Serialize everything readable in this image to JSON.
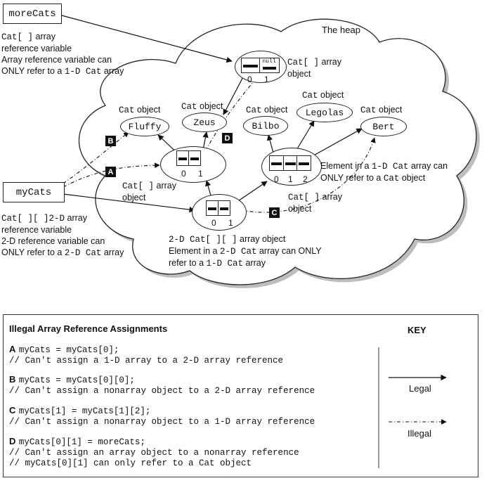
{
  "diagram": {
    "heap_label": "The heap",
    "variables": {
      "moreCats": "moreCats",
      "myCats": "myCats"
    },
    "morecats_desc": {
      "line1_code": "Cat[ ]",
      "line1_text": " array",
      "line2": "reference variable",
      "line3": "Array reference variable can",
      "line4_a": "ONLY refer to a ",
      "line4_code": "1-D Cat",
      "line4_b": " array"
    },
    "mycats_desc": {
      "line1_code": "Cat[ ][ ]",
      "line1_code2": "2-D",
      "line1_text": " array",
      "line2": "reference variable",
      "line3": "2-D reference variable can",
      "line4_a": "ONLY refer to a ",
      "line4_code": "2-D Cat",
      "line4_b": " array"
    },
    "cat_objects": [
      "Fluffy",
      "Zeus",
      "Bilbo",
      "Legolas",
      "Bert"
    ],
    "cat_object_label_code": "Cat",
    "cat_object_label_text": " object",
    "top_array": {
      "null_text": "null",
      "indices": [
        "0",
        "1"
      ],
      "label_code": "Cat[ ]",
      "label_text": " array",
      "label_line2": "object"
    },
    "left_array": {
      "indices": [
        "0",
        "1"
      ],
      "label_code": "Cat[ ]",
      "label_text": " array",
      "label_line2": "object"
    },
    "right_array": {
      "indices": [
        "0",
        "1",
        "2"
      ],
      "label_code": "Cat[ ]",
      "label_text": " array",
      "label_line2": "object",
      "note_a": "Element in a ",
      "note_code": "1-D Cat",
      "note_b": " array can",
      "note_line2_a": "ONLY refer to a ",
      "note_line2_code": "Cat",
      "note_line2_b": " object"
    },
    "twod_array": {
      "indices": [
        "0",
        "1"
      ],
      "label_code": "2-D Cat[ ][ ]",
      "label_text": " array object",
      "note_a": "Element in a ",
      "note_code": "2-D Cat",
      "note_b": " array can ONLY",
      "note_line2_a": "refer to a ",
      "note_line2_code": "1-D Cat",
      "note_line2_b": " array"
    },
    "tags": [
      "A",
      "B",
      "C",
      "D"
    ]
  },
  "legend": {
    "title": "Illegal Array Reference Assignments",
    "key_title": "KEY",
    "legal": "Legal",
    "illegal": "Illegal",
    "items": [
      {
        "letter": "A",
        "code": "myCats = myCats[0];",
        "comments": [
          "// Can't assign a 1-D array to a 2-D array reference"
        ]
      },
      {
        "letter": "B",
        "code": "myCats = myCats[0][0];",
        "comments": [
          "// Can't assign a nonarray object to a 2-D array reference"
        ]
      },
      {
        "letter": "C",
        "code": "myCats[1] = myCats[1][2];",
        "comments": [
          "// Can't assign a nonarray object to a 1-D array reference"
        ]
      },
      {
        "letter": "D",
        "code": "myCats[0][1] = moreCats;",
        "comments": [
          "// Can't assign an array object to a nonarray reference",
          "// myCats[0][1] can only refer to a Cat object"
        ]
      }
    ]
  }
}
